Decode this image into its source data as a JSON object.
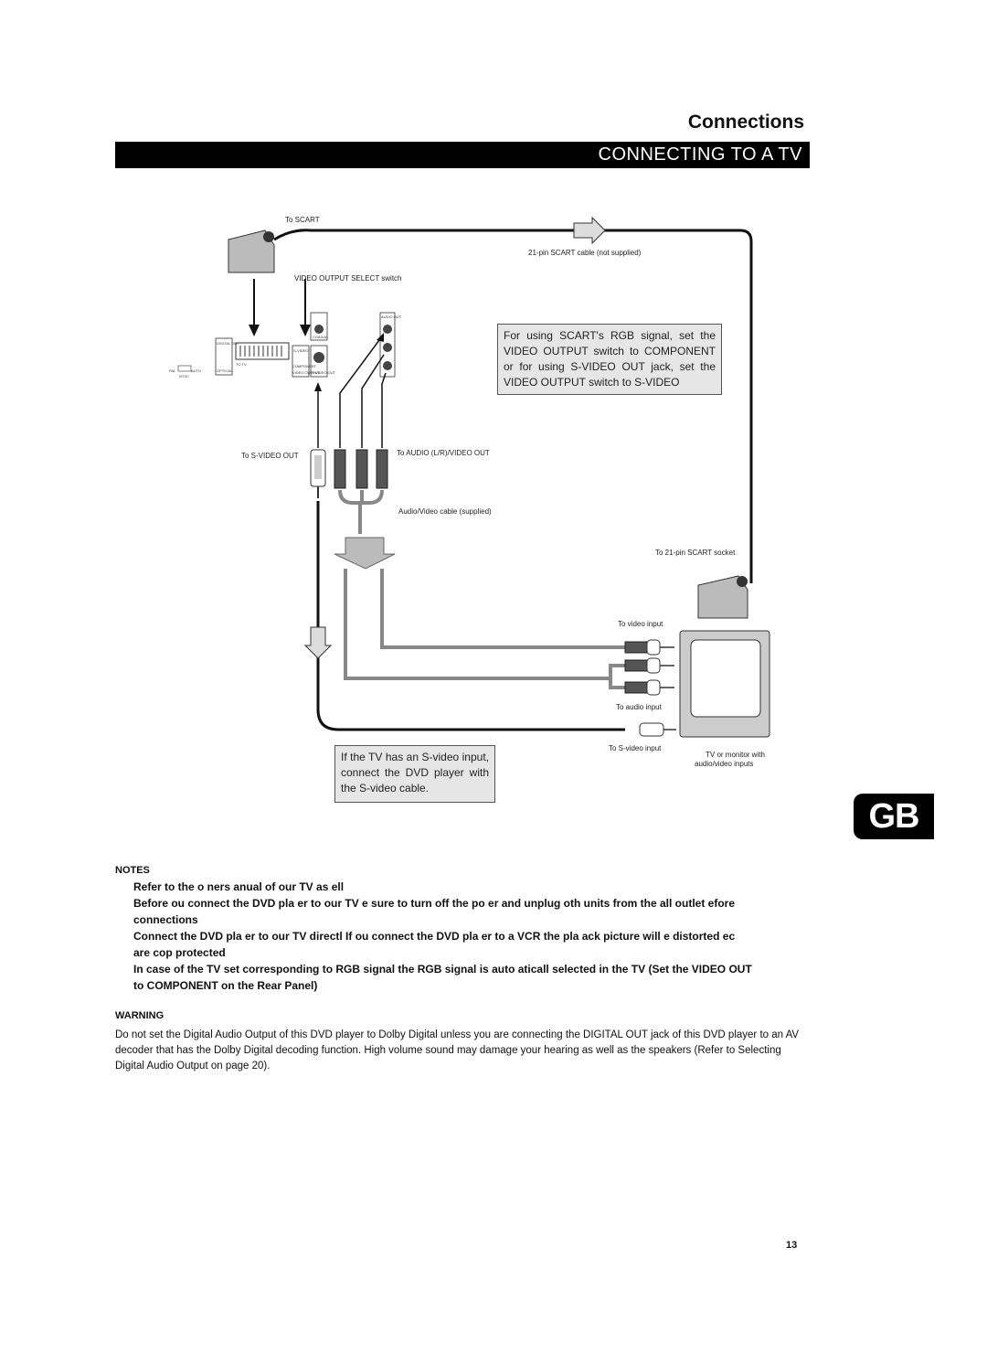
{
  "header": {
    "section_title": "Connections",
    "banner_title": "CONNECTING TO A TV"
  },
  "diagram": {
    "labels": {
      "to_scart": "To SCART",
      "scart_cable": "21-pin SCART cable (not supplied)",
      "video_output_select": "VIDEO OUTPUT SELECT switch",
      "to_svideo_out": "To S-VIDEO OUT",
      "to_audio_video_out": "To AUDIO (L/R)/VIDEO OUT",
      "av_cable": "Audio/Video cable (supplied)",
      "to_scart_socket": "To 21-pin SCART socket",
      "to_video_input": "To video input",
      "to_audio_input": "To audio input",
      "to_svideo_input": "To S-video input",
      "tv_monitor_line1": "TV or monitor with",
      "tv_monitor_line2": "audio/video inputs"
    },
    "panel_labels": {
      "digital_out": "DIGITAL OUT",
      "optical": "OPTICAL",
      "coaxial": "COAXIAL",
      "to_tv": "TO TV",
      "s_video": "S-VIDEO",
      "component": "COMPONENT",
      "video_output": "VIDEO OUTPUT",
      "s_video_out": "S-VIDEO OUT",
      "audio_out": "AUDIO OUT",
      "pal": "PAL",
      "auto": "AUTO",
      "ntsc": "NTSC"
    },
    "callout_scart": "For using SCART's RGB signal, set the VIDEO OUTPUT switch to COMPONENT or for using S-VIDEO OUT jack, set the VIDEO OUTPUT switch to S-VIDEO",
    "callout_svideo": "If the TV has an S-video input, connect the DVD player with the S-video cable."
  },
  "badge": "GB",
  "notes": {
    "heading": "NOTES",
    "items": [
      "Refer to the o ners anual of our TV as ell",
      "Before ou connect the DVD pla er to our TV e sure to turn off the po er and unplug oth units from the all outlet efore",
      "connections",
      "Connect the DVD pla er to our TV directl If ou connect the DVD pla er to a VCR the pla ack picture will e distorted ec",
      "are cop protected",
      "In case of the TV set corresponding to RGB signal the RGB signal is auto aticall selected in the TV (Set the VIDEO OUT",
      "to COMPONENT on the Rear Panel)"
    ]
  },
  "warning": {
    "heading": "WARNING",
    "body": "Do not set the Digital Audio Output of this DVD player to Dolby Digital unless you are connecting the DIGITAL OUT jack of this DVD player to an AV decoder that has the Dolby Digital decoding function. High volume sound may damage your hearing as well as the speakers (Refer to Selecting Digital Audio Output on page 20)."
  },
  "page_number": "13"
}
